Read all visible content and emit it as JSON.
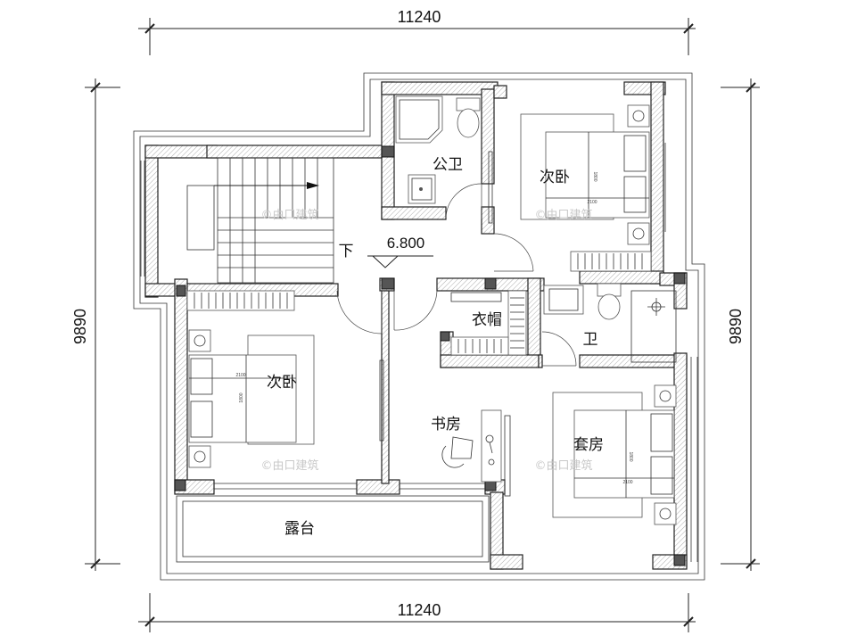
{
  "dimensions": {
    "top": "11240",
    "bottom": "11240",
    "left": "9890",
    "right": "9890"
  },
  "rooms": {
    "public_bath": "公卫",
    "bedroom_ne": "次卧",
    "cloakroom": "衣帽",
    "bath": "卫",
    "bedroom_w": "次卧",
    "study": "书房",
    "suite": "套房",
    "terrace": "露台",
    "stairs_down": "下"
  },
  "elevation": "6.800",
  "bed_labels": {
    "ne_len": "2100",
    "ne_wid": "1800",
    "w_len": "2100",
    "w_wid": "1800",
    "suite_len": "2100",
    "suite_wid": "1800"
  },
  "watermark": "©由口建筑"
}
